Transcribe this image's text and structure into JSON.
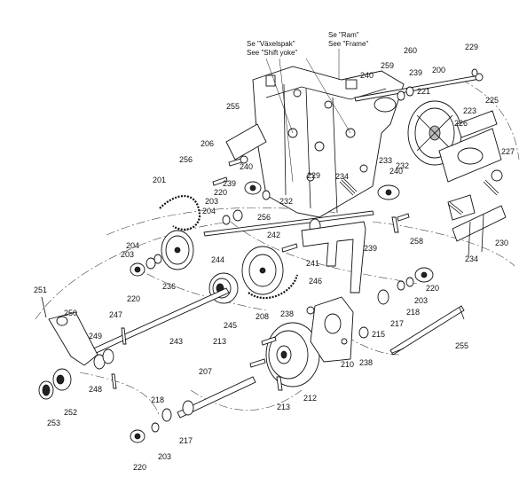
{
  "notes": {
    "shift_yoke_sv": "Se \"Växelspak\"",
    "shift_yoke_en": "See \"Shift yoke\"",
    "frame_sv": "Se \"Ram\"",
    "frame_en": "See \"Frame\""
  },
  "labels": {
    "l200": "200",
    "l201": "201",
    "l203a": "203",
    "l203b": "203",
    "l203c": "203",
    "l203d": "203",
    "l204a": "204",
    "l204b": "204",
    "l206": "206",
    "l207": "207",
    "l208": "208",
    "l210": "210",
    "l212": "212",
    "l213a": "213",
    "l213b": "213",
    "l215": "215",
    "l217a": "217",
    "l217b": "217",
    "l218a": "218",
    "l218b": "218",
    "l220a": "220",
    "l220b": "220",
    "l220c": "220",
    "l220d": "220",
    "l221": "221",
    "l223": "223",
    "l225": "225",
    "l226": "226",
    "l227": "227",
    "l229a": "229",
    "l229b": "229",
    "l230": "230",
    "l232a": "232",
    "l232b": "232",
    "l233": "233",
    "l234a": "234",
    "l234b": "234",
    "l236": "236",
    "l238a": "238",
    "l238b": "238",
    "l239a": "239",
    "l239b": "239",
    "l239c": "239",
    "l240a": "240",
    "l240b": "240",
    "l240c": "240",
    "l241": "241",
    "l242": "242",
    "l243": "243",
    "l244": "244",
    "l245": "245",
    "l246": "246",
    "l247": "247",
    "l248": "248",
    "l249": "249",
    "l250": "250",
    "l251": "251",
    "l252": "252",
    "l253": "253",
    "l255a": "255",
    "l255b": "255",
    "l256a": "256",
    "l256b": "256",
    "l258": "258",
    "l259": "259",
    "l260": "260"
  }
}
